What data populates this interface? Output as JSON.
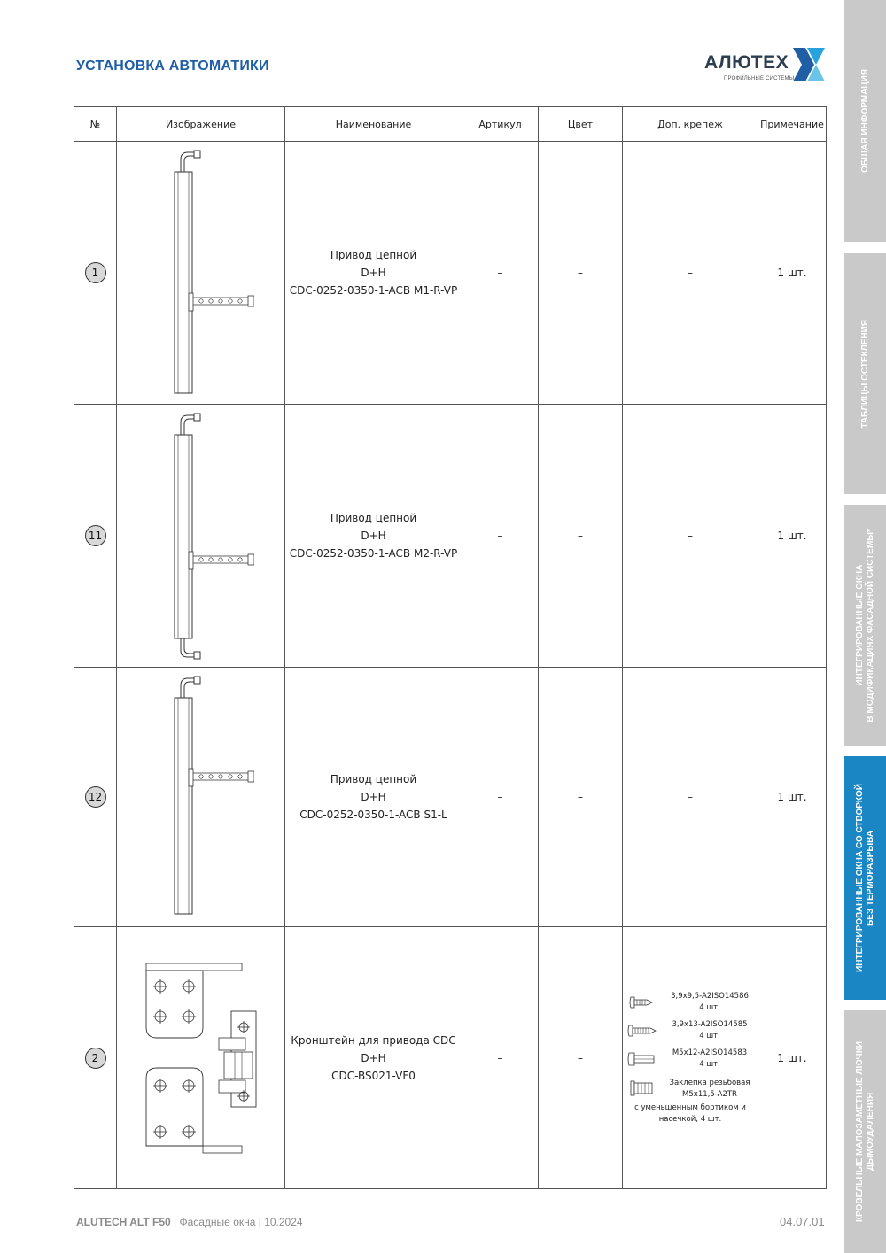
{
  "header": {
    "title": "УСТАНОВКА АВТОМАТИКИ",
    "logo_text": "АЛЮТЕХ",
    "logo_subtitle": "ПРОФИЛЬНЫЕ СИСТЕМЫ"
  },
  "side_tabs": [
    {
      "label": "ОБЩАЯ ИНФОРМАЦИЯ",
      "active": false
    },
    {
      "label": "ТАБЛИЦЫ ОСТЕКЛЕНИЯ",
      "active": false
    },
    {
      "label": "ИНТЕГРИРОВАННЫЕ ОКНА\nВ МОДИФИКАЦИЯХ ФАСАДНОЙ СИСТЕМЫ*",
      "active": false
    },
    {
      "label": "ИНТЕГРИРОВАННЫЕ ОКНА СО СТВОРКОЙ\nБЕЗ ТЕРМОРАЗРЫВА",
      "active": true
    },
    {
      "label": "КРОВЕЛЬНЫЕ МАЛОЗАМЕТНЫЕ ЛЮЧКИ\nДЫМОУДАЛЕНИЯ",
      "active": false
    }
  ],
  "table": {
    "headers": [
      "№",
      "Изображение",
      "Наименование",
      "Артикул",
      "Цвет",
      "Доп. крепеж",
      "Примечание"
    ],
    "rows": [
      {
        "num": "1",
        "image_icon": "chain-actuator-drawing",
        "name": "Привод цепной\nD+H\nCDC-0252-0350-1-ACB M1-R-VP",
        "article": "–",
        "color": "–",
        "fasteners": "–",
        "note": "1 шт."
      },
      {
        "num": "11",
        "image_icon": "chain-actuator-drawing",
        "name": "Привод цепной\nD+H\nCDC-0252-0350-1-ACB M2-R-VP",
        "article": "–",
        "color": "–",
        "fasteners": "–",
        "note": "1 шт."
      },
      {
        "num": "12",
        "image_icon": "chain-actuator-drawing",
        "name": "Привод цепной\nD+H\nCDC-0252-0350-1-ACB S1-L",
        "article": "–",
        "color": "–",
        "fasteners": "–",
        "note": "1 шт."
      },
      {
        "num": "2",
        "image_icon": "bracket-drawing",
        "name": "Кронштейн для привода CDC\nD+H\nCDC-BS021-VF0",
        "article": "–",
        "color": "–",
        "fasteners_list": [
          {
            "icon": "self-tapping-screw-icon",
            "text": "3,9x9,5-A2ISO14586\n4 шт."
          },
          {
            "icon": "self-tapping-screw-long-icon",
            "text": "3,9x13-A2ISO14585\n4 шт."
          },
          {
            "icon": "machine-screw-icon",
            "text": "M5x12-A2ISO14583\n4 шт."
          },
          {
            "icon": "rivet-nut-icon",
            "text": "Заклепка резьбовая\nM5x11,5-A2TR",
            "extra": "с уменьшенным бортиком и\nнасечкой, 4 шт."
          }
        ],
        "note": "1 шт."
      }
    ]
  },
  "footer": {
    "brand": "ALUTECH ALT F50",
    "details": " | Фасадные окна | 10.2024",
    "page_code": "04.07.01"
  },
  "colors": {
    "accent_blue": "#1f5fa6",
    "tab_active": "#1a86c4",
    "tab_inactive": "#c9c9c9",
    "footer_gray": "#8a8a8a"
  }
}
